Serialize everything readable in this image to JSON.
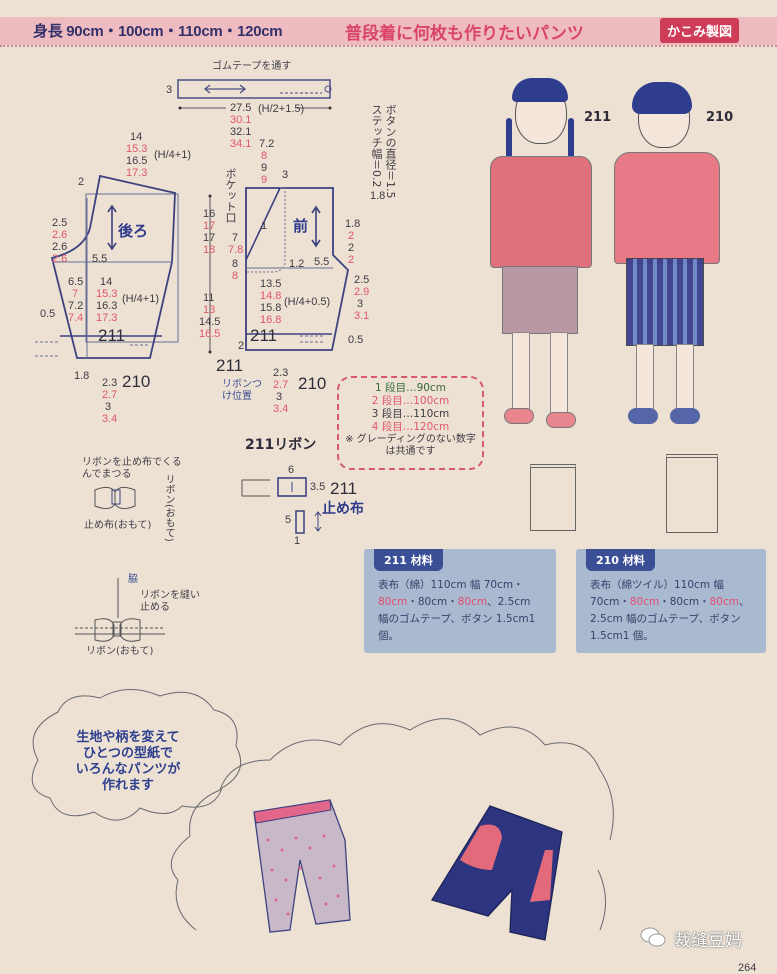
{
  "header": {
    "sizes": "身長 90cm・100cm・110cm・120cm",
    "title": "普段着に何枚も作りたいパンツ",
    "badge": "かこみ製図"
  },
  "waistband": {
    "label": "ゴムテープを通す",
    "height": "3",
    "width_values": [
      "27.5",
      "30.1",
      "32.1",
      "34.1"
    ],
    "formula": "(H/2+1.5)"
  },
  "button_note": {
    "line1": "ボタンの直径＝1.5",
    "line2": "ステッチ幅＝0.2",
    "line3": "1.8"
  },
  "back_piece": {
    "label": "後ろ",
    "top_values": [
      "14",
      "15.3",
      "16.5",
      "17.3"
    ],
    "top_formula": "(H/4+1)",
    "corner": "2",
    "crotch_values": [
      "2.5",
      "2.6",
      "2.6",
      "2.6"
    ],
    "crotch_ext": "5.5",
    "side_values": [
      "6.5",
      "7",
      "7.2",
      "7.4"
    ],
    "side_offset": "0.5",
    "hip_values": [
      "14",
      "15.3",
      "16.3",
      "17.3"
    ],
    "hip_formula": "(H/4+1)",
    "hem_left": "1.8",
    "hem_values": [
      "2.3",
      "2.7",
      "3",
      "3.4"
    ],
    "label_211": "211",
    "label_210": "210"
  },
  "rise": {
    "upper": [
      "16",
      "17",
      "17",
      "18"
    ],
    "lower": [
      "11",
      "13",
      "14.5",
      "16.5"
    ]
  },
  "front_piece": {
    "label": "前",
    "pocket_label": "ポケット口",
    "pocket_top": [
      "7.2",
      "8",
      "9",
      "9"
    ],
    "pocket_corner": "3",
    "pocket_inner": "1",
    "pocket_side": [
      "7",
      "7.8",
      "8",
      "8"
    ],
    "pocket_bottom": "1.2",
    "crotch_right": [
      "1.8",
      "2",
      "2",
      "2"
    ],
    "crotch_ext": "5.5",
    "side_right": [
      "2.5",
      "2.9",
      "3",
      "3.1"
    ],
    "side_offset": "0.5",
    "hip_values": [
      "13.5",
      "14.8",
      "15.8",
      "16.8"
    ],
    "hip_formula": "(H/4+0.5)",
    "hem_left": "2",
    "hem_values": [
      "2.3",
      "2.7",
      "3",
      "3.4"
    ],
    "label_211": "211",
    "label_210": "210",
    "ribbon_mark": "211",
    "ribbon_pos": "リボンつけ位置"
  },
  "grading": {
    "rows": [
      "1 段目…90cm",
      "2 段目…100cm",
      "3 段目…110cm",
      "4 段目…120cm"
    ],
    "note": "※ グレーディングのない数字は共通です"
  },
  "ribbon": {
    "title": "211リボン",
    "width": "6",
    "height": "3.5",
    "piece_code": "211",
    "stop_cloth": "止め布",
    "stop_h": "5",
    "stop_w": "1"
  },
  "ribbon_assembly": {
    "note1": "リボンを止め布でくるんでまつる",
    "ribbon_face": "リボン(おもて)",
    "stop_face": "止め布(おもて)"
  },
  "ribbon_attach": {
    "side": "脇",
    "note": "リボンを縫い止める",
    "ribbon_face": "リボン(おもて)"
  },
  "illustrations": {
    "girl_label": "211",
    "boy_label": "210"
  },
  "materials": [
    {
      "head": "211 材料",
      "text1": "表布（綿）110cm 幅 70cm・",
      "red1": "80cm",
      "text2": "・80cm・",
      "red2": "80cm",
      "text3": "、2.5cm 幅のゴムテープ、ボタン 1.5cm1 個。"
    },
    {
      "head": "210 材料",
      "text1": "表布（綿ツイル）110cm 幅 70cm・",
      "red1": "80cm",
      "text2": "・80cm・",
      "red2": "80cm",
      "text3": "、2.5cm 幅のゴムテープ、ボタン 1.5cm1 個。"
    }
  ],
  "bubble": {
    "lines": [
      "生地や柄を変えて",
      "ひとつの型紙で",
      "いろんなパンツが",
      "作れます"
    ]
  },
  "watermark": "裁缝豆妈",
  "page_number": "264",
  "colors": {
    "background": "#ece1d3",
    "header_band": "#eebcc0",
    "accent_red": "#e2566a",
    "navy": "#33306a",
    "material_box": "#a9b9cf"
  }
}
